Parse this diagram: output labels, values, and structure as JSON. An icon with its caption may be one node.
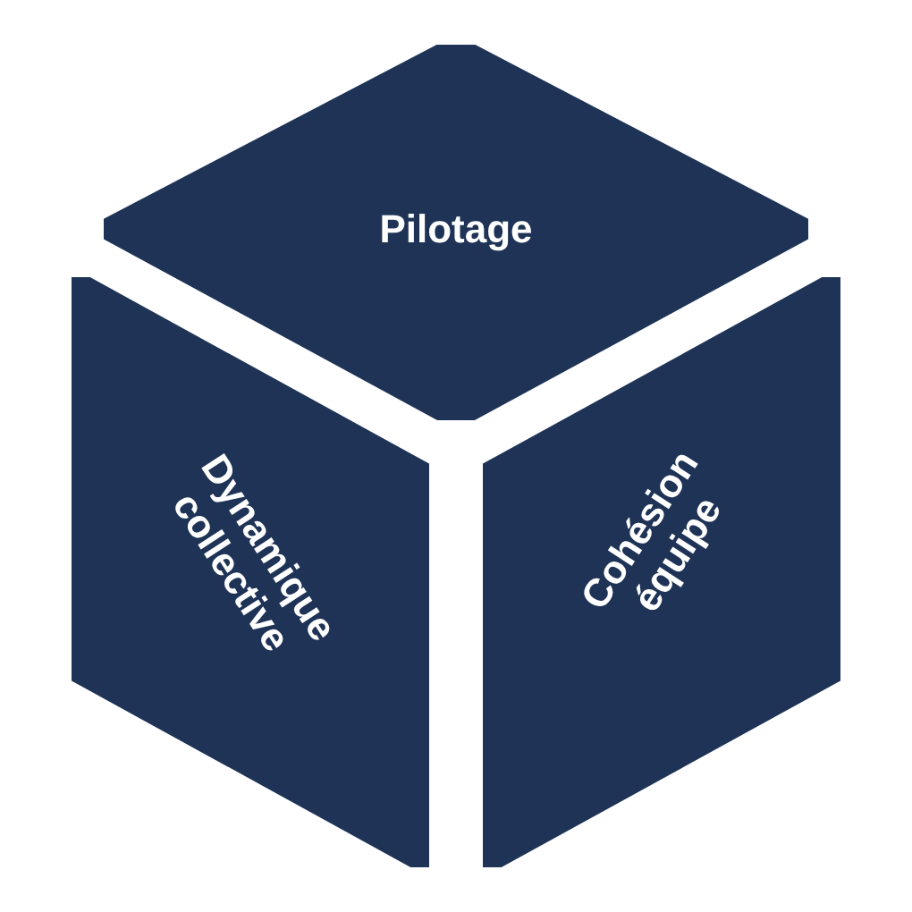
{
  "diagram": {
    "nodes": [
      {
        "text": [
          "Pilotage"
        ]
      },
      {
        "text": [
          "Dynamique collective"
        ]
      },
      {
        "text": [
          "Cohésion équipe"
        ]
      }
    ]
  }
}
